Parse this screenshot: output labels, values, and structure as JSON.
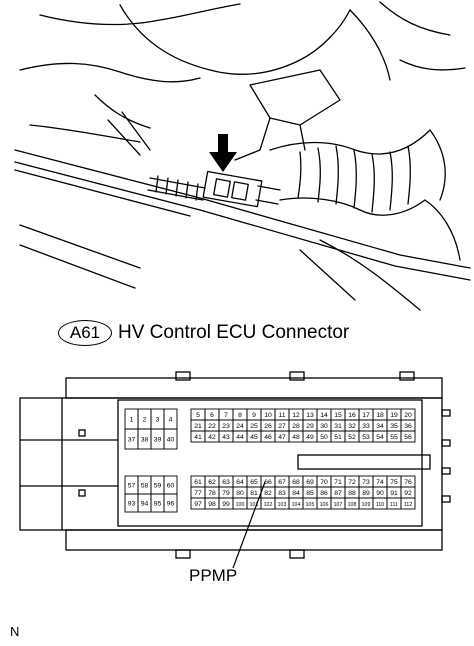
{
  "title": {
    "code": "A61",
    "text": "HV Control ECU Connector"
  },
  "pin_label": "PPMP",
  "corner_code": "N",
  "connector": {
    "left_block": {
      "rows": [
        [
          "1",
          "2",
          "3",
          "4"
        ],
        [
          "37",
          "38",
          "39",
          "40"
        ]
      ]
    },
    "right_block_top": {
      "rows": [
        [
          "5",
          "6",
          "7",
          "8",
          "9",
          "10",
          "11",
          "12",
          "13",
          "14",
          "15",
          "16",
          "17",
          "18",
          "19",
          "20"
        ],
        [
          "21",
          "22",
          "23",
          "24",
          "25",
          "26",
          "27",
          "28",
          "29",
          "30",
          "31",
          "32",
          "33",
          "34",
          "35",
          "36"
        ],
        [
          "41",
          "42",
          "43",
          "44",
          "45",
          "46",
          "47",
          "48",
          "49",
          "50",
          "51",
          "52",
          "53",
          "54",
          "55",
          "56"
        ]
      ]
    },
    "left_block_bottom": {
      "rows": [
        [
          "57",
          "58",
          "59",
          "60"
        ],
        [
          "93",
          "94",
          "95",
          "96"
        ]
      ]
    },
    "right_block_bottom": {
      "rows": [
        [
          "61",
          "62",
          "63",
          "64",
          "65",
          "66",
          "67",
          "68",
          "69",
          "70",
          "71",
          "72",
          "73",
          "74",
          "75",
          "76"
        ],
        [
          "77",
          "78",
          "79",
          "80",
          "81",
          "82",
          "83",
          "84",
          "85",
          "86",
          "87",
          "88",
          "89",
          "90",
          "91",
          "92"
        ],
        [
          "97",
          "98",
          "99",
          "100",
          "101",
          "102",
          "103",
          "104",
          "105",
          "106",
          "107",
          "108",
          "109",
          "110",
          "111",
          "112"
        ]
      ]
    }
  }
}
